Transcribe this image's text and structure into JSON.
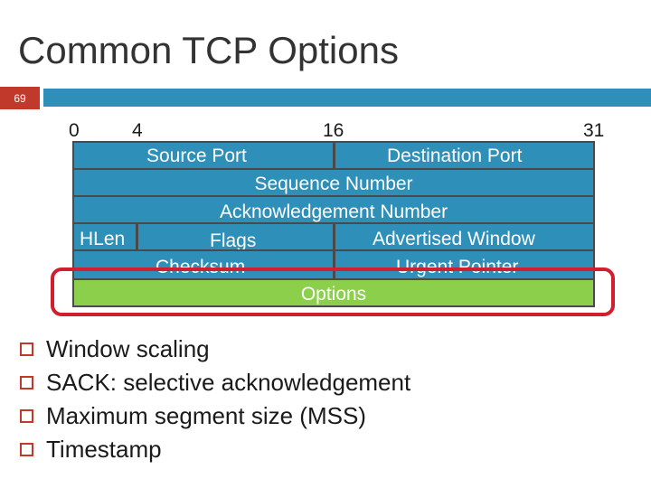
{
  "slide": {
    "title": "Common TCP Options",
    "number": "69"
  },
  "bit_labels": [
    "0",
    "4",
    "16",
    "31"
  ],
  "header": {
    "source_port": "Source Port",
    "destination_port": "Destination Port",
    "sequence_number": "Sequence Number",
    "ack_number": "Acknowledgement Number",
    "hlen": "HLen",
    "flags": "Flags",
    "advertised_window": "Advertised Window",
    "checksum": "Checksum",
    "urgent_pointer": "Urgent Pointer",
    "options": "Options"
  },
  "bullets": [
    "Window scaling",
    "SACK: selective acknowledgement",
    "Maximum segment size (MSS)",
    "Timestamp"
  ],
  "colors": {
    "header_fill": "#2e8fb8",
    "options_fill": "#8ccf4a",
    "highlight": "#d0202e",
    "accent": "#c0392b"
  }
}
